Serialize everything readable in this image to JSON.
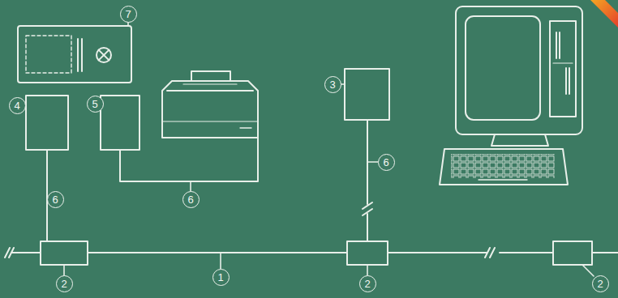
{
  "diagram": {
    "labels": [
      "7",
      "3",
      "4",
      "5",
      "6",
      "6",
      "6",
      "1",
      "2",
      "2",
      "2"
    ]
  }
}
